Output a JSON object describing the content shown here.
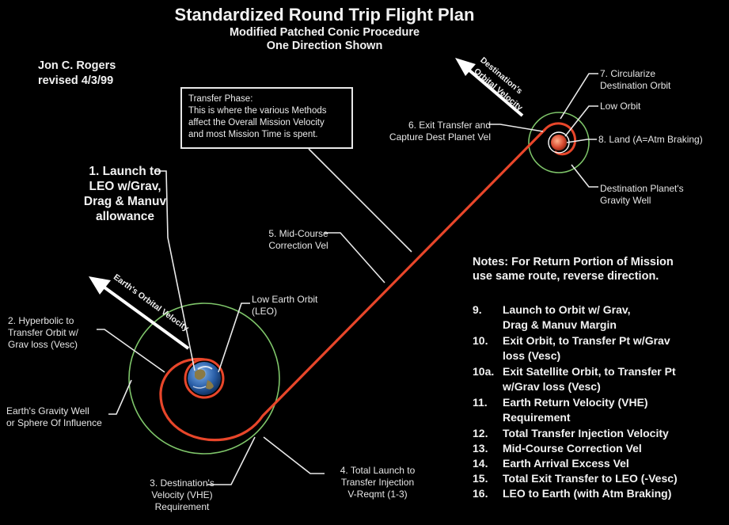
{
  "title": "Standardized Round Trip Flight Plan",
  "subtitle": "Modified Patched Conic Procedure\nOne Direction Shown",
  "author": "Jon C. Rogers\nrevised 4/3/99",
  "transfer_phase": "Transfer Phase:\nThis is where the various Methods\naffect the Overall Mission Velocity\nand most Mission Time is spent.",
  "labels": {
    "launch_to_leo": "1. Launch to\nLEO  w/Grav,\nDrag & Manuv\nallowance",
    "hyperbolic": "2.    Hyperbolic to\nTransfer Orbit w/\nGrav loss (Vesc)",
    "destination_velocity": "3. Destination's\nVelocity (VHE)\nRequirement",
    "total_launch": "4. Total Launch to\nTransfer Injection\nV-Reqmt (1-3)",
    "mid_course": "5. Mid-Course\nCorrection Vel",
    "exit_transfer": "6.  Exit Transfer and\nCapture Dest Planet Vel",
    "circularize": "7. Circularize\nDestination Orbit",
    "low_orbit": "Low Orbit",
    "land": "8. Land (A=Atm Braking)",
    "dest_gravity_well": "Destination Planet's\nGravity Well",
    "low_earth_orbit": "Low Earth Orbit\n(LEO)",
    "earth_gravity_well": "Earth's Gravity Well\nor Sphere Of Influence",
    "earth_orbital_velocity": "Earth's Orbital Velocity",
    "dest_orbital_velocity_1": "Destination's",
    "dest_orbital_velocity_2": "Orbital Velocity"
  },
  "notes_header": "Notes:   For Return Portion of Mission\n              use same route, reverse direction.",
  "notes": [
    {
      "num": "9.",
      "text": "Launch to Orbit w/ Grav,\nDrag & Manuv Margin"
    },
    {
      "num": "10.",
      "text": "Exit Orbit, to Transfer Pt w/Grav\n   loss (Vesc)"
    },
    {
      "num": "10a.",
      "text": "Exit Satellite Orbit, to Transfer Pt\n   w/Grav loss (Vesc)"
    },
    {
      "num": "11.",
      "text": "Earth Return Velocity (VHE)\nRequirement"
    },
    {
      "num": "12.",
      "text": "Total Transfer Injection Velocity"
    },
    {
      "num": "13.",
      "text": "Mid-Course Correction Vel"
    },
    {
      "num": "14.",
      "text": "Earth Arrival Excess Vel"
    },
    {
      "num": "15.",
      "text": "Total Exit Transfer to LEO (-Vesc)"
    },
    {
      "num": "16.",
      "text": "LEO to Earth (with Atm Braking)"
    }
  ],
  "colors": {
    "background": "#000000",
    "trajectory": "#e8462a",
    "gravity_well": "#7fc66a",
    "text": "#f2f2f2",
    "earth_ocean": "#2a5fa8",
    "earth_land": "#8a7a45",
    "planet": "#d7482f"
  }
}
